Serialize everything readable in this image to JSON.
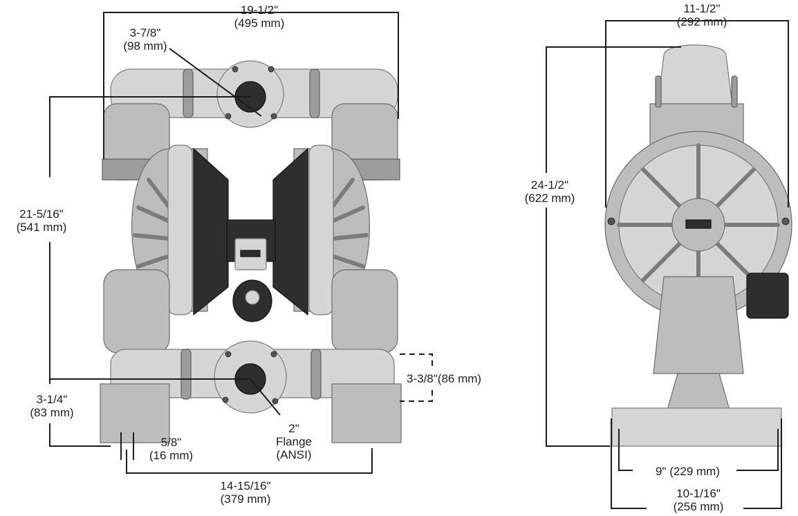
{
  "front_view": {
    "overall_width": {
      "imperial": "19-1/2\"",
      "metric": "(495 mm)"
    },
    "inlet_diameter": {
      "imperial": "3-7/8\"",
      "metric": "(98 mm)"
    },
    "height_to_outlet": {
      "imperial": "21-5/16\"",
      "metric": "(541 mm)"
    },
    "height_to_inlet": {
      "imperial": "3-1/4\"",
      "metric": "(83 mm)"
    },
    "foot_thickness": {
      "imperial": "5/8\"",
      "metric": "(16 mm)"
    },
    "flange_offset": {
      "imperial": "3-3/8\"",
      "metric": "(86 mm)"
    },
    "base_width": {
      "imperial": "14-15/16\"",
      "metric": "(379 mm)"
    },
    "flange": {
      "size": "2\"",
      "label": "Flange",
      "standard": "(ANSI)"
    }
  },
  "side_view": {
    "overall_depth": {
      "imperial": "11-1/2\"",
      "metric": "(292 mm)"
    },
    "overall_height": {
      "imperial": "24-1/2\"",
      "metric": "(622 mm)"
    },
    "mount_hole_spacing": {
      "imperial": "9\"",
      "metric": "(229 mm)"
    },
    "base_depth": {
      "imperial": "10-1/16\"",
      "metric": "(256 mm)"
    }
  },
  "colors": {
    "pump_body": "#bdbdbd",
    "dimension_lines": "#1b1b1b",
    "background": "#ffffff"
  }
}
